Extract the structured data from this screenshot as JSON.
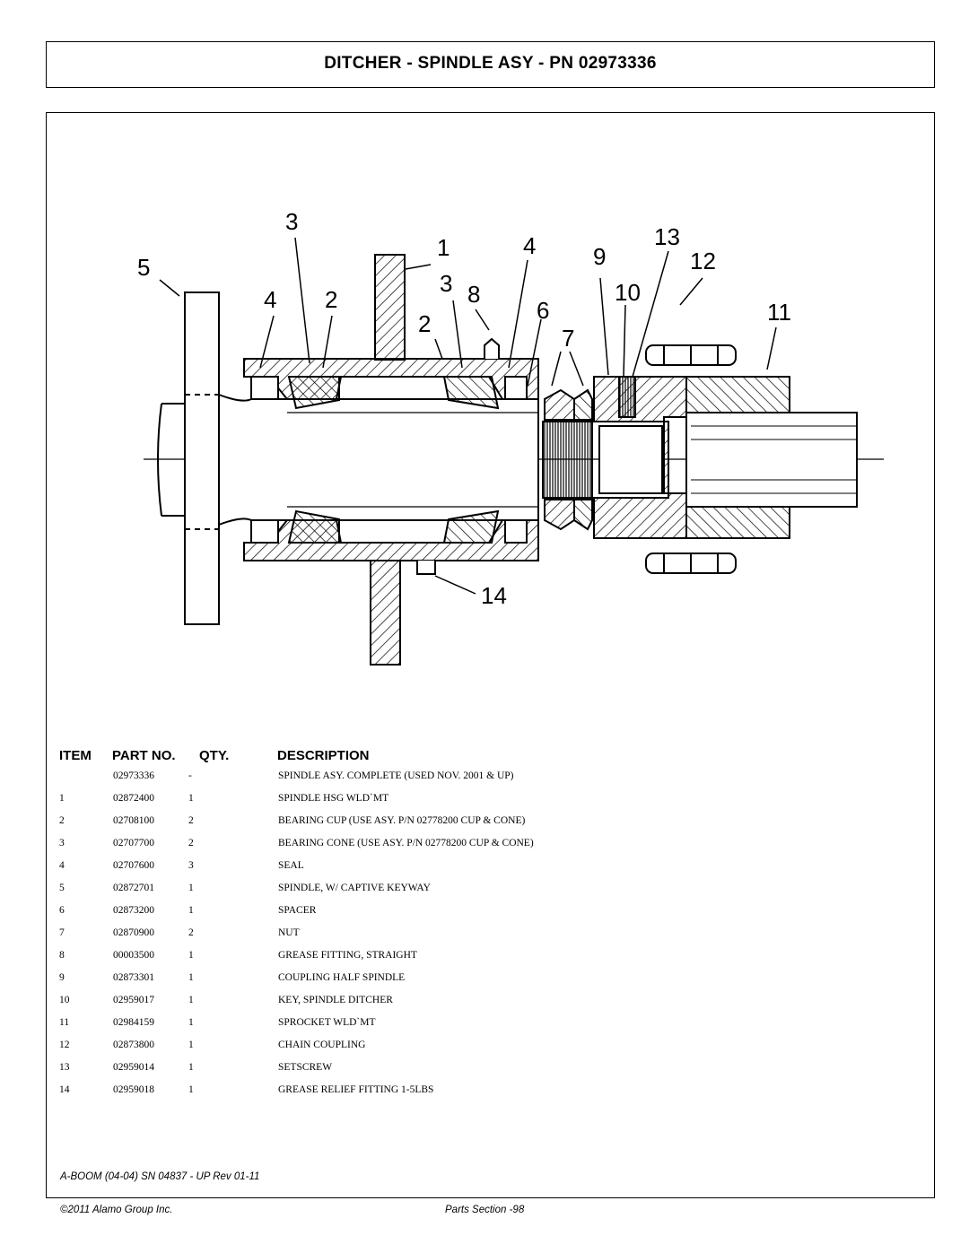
{
  "title": "DITCHER - SPINDLE ASY - PN 02973336",
  "callouts": [
    "3",
    "1",
    "4",
    "13",
    "12",
    "5",
    "9",
    "3",
    "8",
    "10",
    "4",
    "2",
    "6",
    "11",
    "2",
    "7",
    "14"
  ],
  "table": {
    "headers": {
      "item": "ITEM",
      "part_no": "PART NO.",
      "qty": "QTY.",
      "description": "DESCRIPTION"
    },
    "rows": [
      {
        "item": "",
        "part_no": "02973336",
        "qty": "-",
        "description": "SPINDLE ASY. COMPLETE (USED NOV. 2001 & UP)"
      },
      {
        "item": "1",
        "part_no": "02872400",
        "qty": "1",
        "description": "SPINDLE HSG WLD`MT"
      },
      {
        "item": "2",
        "part_no": "02708100",
        "qty": "2",
        "description": "BEARING CUP (USE ASY. P/N 02778200 CUP & CONE)"
      },
      {
        "item": "3",
        "part_no": "02707700",
        "qty": "2",
        "description": "BEARING CONE (USE ASY. P/N 02778200 CUP & CONE)"
      },
      {
        "item": "4",
        "part_no": "02707600",
        "qty": "3",
        "description": "SEAL"
      },
      {
        "item": "5",
        "part_no": "02872701",
        "qty": "1",
        "description": "SPINDLE, W/ CAPTIVE KEYWAY"
      },
      {
        "item": "6",
        "part_no": "02873200",
        "qty": "1",
        "description": "SPACER"
      },
      {
        "item": "7",
        "part_no": "02870900",
        "qty": "2",
        "description": "NUT"
      },
      {
        "item": "8",
        "part_no": "00003500",
        "qty": "1",
        "description": "GREASE FITTING, STRAIGHT"
      },
      {
        "item": "9",
        "part_no": "02873301",
        "qty": "1",
        "description": "COUPLING HALF SPINDLE"
      },
      {
        "item": "10",
        "part_no": "02959017",
        "qty": "1",
        "description": "KEY, SPINDLE DITCHER"
      },
      {
        "item": "11",
        "part_no": "02984159",
        "qty": "1",
        "description": "SPROCKET WLD`MT"
      },
      {
        "item": "12",
        "part_no": "02873800",
        "qty": "1",
        "description": "CHAIN COUPLING"
      },
      {
        "item": "13",
        "part_no": "02959014",
        "qty": "1",
        "description": "SETSCREW"
      },
      {
        "item": "14",
        "part_no": "02959018",
        "qty": "1",
        "description": "GREASE RELIEF FITTING 1-5LBS"
      }
    ]
  },
  "footer": {
    "revision": "A-BOOM (04-04) SN 04837 - UP Rev 01-11",
    "copyright": "©2011 Alamo Group Inc.",
    "page": "Parts Section -98"
  }
}
